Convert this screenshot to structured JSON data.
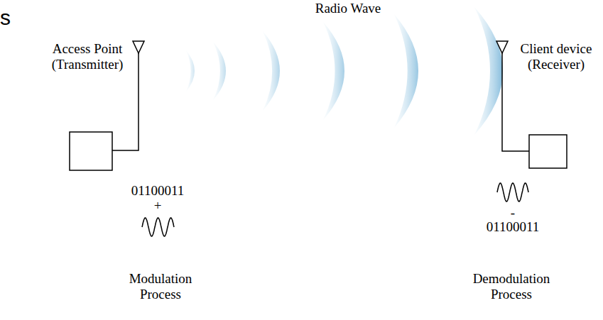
{
  "diagram": {
    "labels": [
      "s",
      "Radio Wave",
      "Access Point (Transmitter)",
      "Client device (Receiver)",
      "01100011",
      "+",
      "Modulation Process",
      "-",
      "01100011",
      "Demodulation Process"
    ]
  }
}
